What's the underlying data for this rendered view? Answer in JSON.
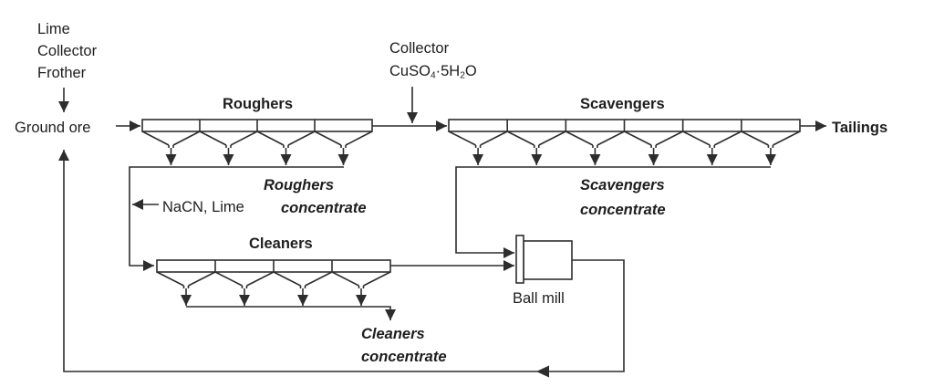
{
  "diagram": {
    "kind": "froth flotation circuit flowsheet",
    "colors": {
      "line": "#2d2d2d",
      "text": "#1e1e1e",
      "background": "#ffffff"
    },
    "labels": {
      "reagent_1": "Lime",
      "reagent_2": "Collector",
      "reagent_3": "Frother",
      "ground_ore": "Ground ore",
      "roughers_title": "Roughers",
      "collector_title": "Collector",
      "collector_formula": {
        "base1": "CuSO",
        "sub1": "4",
        "base2": "·5H",
        "sub2": "2",
        "base3": "O"
      },
      "scavengers_title": "Scavengers",
      "tailings": "Tailings",
      "roughers_conc_1": "Roughers",
      "roughers_conc_2": "concentrate",
      "nacn_lime": "NaCN, Lime",
      "cleaners_title": "Cleaners",
      "scav_conc_1": "Scavengers",
      "scav_conc_2": "concentrate",
      "cleaners_conc_1": "Cleaners",
      "cleaners_conc_2": "concentrate",
      "ball_mill": "Ball mill"
    },
    "banks": {
      "roughers": {
        "name": "Roughers",
        "cells": 4
      },
      "scavengers": {
        "name": "Scavengers",
        "cells": 6
      },
      "cleaners": {
        "name": "Cleaners",
        "cells": 4
      }
    }
  }
}
